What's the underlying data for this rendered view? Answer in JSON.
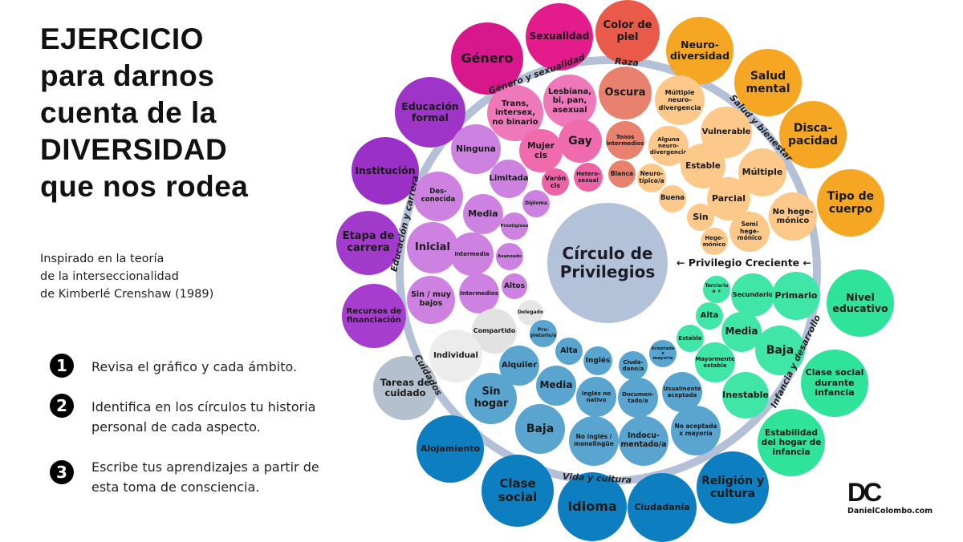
{
  "title": {
    "lines": [
      "EJERCICIO",
      "para darnos",
      "cuenta de la",
      "DIVERSIDAD",
      "que nos rodea"
    ]
  },
  "subtitle": {
    "lines": [
      "Inspirado en la teoría",
      "de la interseccionalidad",
      "de Kimberlé Crenshaw (1989)"
    ]
  },
  "steps": [
    {
      "number": "1",
      "text": "Revisa el gráfico y cada ámbito."
    },
    {
      "number": "2",
      "text": "Identifica en los círculos tu historia personal de cada aspecto."
    },
    {
      "number": "3",
      "text": "Escribe tus aprendizajes a partir de esta toma de consciencia."
    }
  ],
  "center": {
    "label": "Círculo de Privilegios",
    "color": "#b3c2d9"
  },
  "arrow_label": "← Privilegio Creciente ←",
  "ring_labels": [
    "Género y sexualidad",
    "Raza",
    "Salud y bienestar",
    "Educación y carrera",
    "Infancia y desarrollo",
    "Cuidados",
    "Vida y cultura"
  ],
  "colors": {
    "ring": "#b3c0d8",
    "gender": "#e0168f",
    "race": "#e95a48",
    "health": "#f5a623",
    "education": "#a23bcb",
    "childhood": "#2fe39a",
    "life": "#0d7fc0",
    "care": "#b5c0cf"
  },
  "circles": [
    {
      "label": "Género",
      "color": "#d8178c"
    },
    {
      "label": "Sexualidad",
      "color": "#e31b8b"
    },
    {
      "label": "Color de piel",
      "color": "#ea5a4a"
    },
    {
      "label": "Neuro-diversidad",
      "color": "#f5a623"
    },
    {
      "label": "Salud mental",
      "color": "#f5a623"
    },
    {
      "label": "Disca-pacidad",
      "color": "#f5a623"
    },
    {
      "label": "Tipo de cuerpo",
      "color": "#f5a623"
    },
    {
      "label": "Nivel educativo",
      "color": "#2fe39a"
    },
    {
      "label": "Clase social durante infancia",
      "color": "#2fe39a"
    },
    {
      "label": "Estabilidad del hogar de infancia",
      "color": "#2fe39a"
    },
    {
      "label": "Religión y cultura",
      "color": "#0d7fc0"
    },
    {
      "label": "Ciudadanía",
      "color": "#0d7fc0"
    },
    {
      "label": "Idioma",
      "color": "#0d7fc0"
    },
    {
      "label": "Clase social",
      "color": "#0d7fc0"
    },
    {
      "label": "Alojamiento",
      "color": "#0d7fc0"
    },
    {
      "label": "Tareas de cuidado",
      "color": "#b5c0cf"
    },
    {
      "label": "Recursos de financiación",
      "color": "#a63dcf"
    },
    {
      "label": "Etapa de carrera",
      "color": "#a23bcb"
    },
    {
      "label": "Institución",
      "color": "#9b30c9"
    },
    {
      "label": "Educación formal",
      "color": "#9f35c8"
    },
    {
      "label": "Trans, intersex, no binario",
      "color": "#ef78ba"
    },
    {
      "label": "Lesbiana, bi, pan, asexual",
      "color": "#ef78ba"
    },
    {
      "label": "Gay",
      "color": "#f06aae"
    },
    {
      "label": "Mujer cis",
      "color": "#f06aae"
    },
    {
      "label": "Varón cis",
      "color": "#ec63a6"
    },
    {
      "label": "Hetero-sexual",
      "color": "#ec63a6"
    },
    {
      "label": "Oscura",
      "color": "#e8826f"
    },
    {
      "label": "Tonos intermedios",
      "color": "#e8826f"
    },
    {
      "label": "Blanca",
      "color": "#e8826f"
    },
    {
      "label": "Múltiple neuro-divergencia",
      "color": "#fcc98a"
    },
    {
      "label": "Alguna neuro-divergencia",
      "color": "#fcc98a"
    },
    {
      "label": "Neuro-típico/a",
      "color": "#fcc98a"
    },
    {
      "label": "Buena",
      "color": "#fcc98a"
    },
    {
      "label": "Vulnerable",
      "color": "#fcc98a"
    },
    {
      "label": "Estable",
      "color": "#fcc98a"
    },
    {
      "label": "Múltiple",
      "color": "#fcc98a"
    },
    {
      "label": "Parcial",
      "color": "#fcc98a"
    },
    {
      "label": "Sin",
      "color": "#fcc98a"
    },
    {
      "label": "Semi hege-mónico",
      "color": "#fcc98a"
    },
    {
      "label": "No hege-mónico",
      "color": "#fcc98a"
    },
    {
      "label": "Hege-mónico",
      "color": "#fcc98a"
    },
    {
      "label": "Ninguna",
      "color": "#cd82e2"
    },
    {
      "label": "Limitada",
      "color": "#cd82e2"
    },
    {
      "label": "Des-conocida",
      "color": "#cd82e2"
    },
    {
      "label": "Media",
      "color": "#cd82e2"
    },
    {
      "label": "Diploma",
      "color": "#cd82e2"
    },
    {
      "label": "Prestigioso",
      "color": "#cd82e2"
    },
    {
      "label": "Inicial",
      "color": "#cd82e2"
    },
    {
      "label": "Intermedia",
      "color": "#cd82e2"
    },
    {
      "label": "Avanzado",
      "color": "#cd82e2"
    },
    {
      "label": "Sin / muy bajos",
      "color": "#cd82e2"
    },
    {
      "label": "Intermedios",
      "color": "#cd82e2"
    },
    {
      "label": "Altos",
      "color": "#cd82e2"
    },
    {
      "label": "Delegado",
      "color": "#e6e6e6"
    },
    {
      "label": "Compartido",
      "color": "#e2e2e2"
    },
    {
      "label": "Individual",
      "color": "#ececec"
    },
    {
      "label": "Pro-pietario/a",
      "color": "#5aa5cf"
    },
    {
      "label": "Alta",
      "color": "#5aa5cf"
    },
    {
      "label": "Inglés",
      "color": "#5aa5cf"
    },
    {
      "label": "Ciuda-dano/a",
      "color": "#5aa5cf"
    },
    {
      "label": "Aceptada x mayoría",
      "color": "#5aa5cf"
    },
    {
      "label": "Alquiler",
      "color": "#5aa5cf"
    },
    {
      "label": "Media",
      "color": "#5aa5cf"
    },
    {
      "label": "Inglés no nativo",
      "color": "#5aa5cf"
    },
    {
      "label": "Documen-tado/a",
      "color": "#5aa5cf"
    },
    {
      "label": "Usualmente aceptada",
      "color": "#5aa5cf"
    },
    {
      "label": "Sin hogar",
      "color": "#5aa5cf"
    },
    {
      "label": "Baja",
      "color": "#5aa5cf"
    },
    {
      "label": "No inglés / monolingüe",
      "color": "#5aa5cf"
    },
    {
      "label": "Indocu-mentado/a",
      "color": "#5aa5cf"
    },
    {
      "label": "No aceptada x mayoría",
      "color": "#5aa5cf"
    },
    {
      "label": "Terciario o +",
      "color": "#40e6a7"
    },
    {
      "label": "Secundario",
      "color": "#40e6a7"
    },
    {
      "label": "Primario",
      "color": "#40e6a7"
    },
    {
      "label": "Alta",
      "color": "#40e6a7"
    },
    {
      "label": "Media",
      "color": "#40e6a7"
    },
    {
      "label": "Estable",
      "color": "#40e6a7"
    },
    {
      "label": "Baja",
      "color": "#40e6a7"
    },
    {
      "label": "Mayormente estable",
      "color": "#40e6a7"
    },
    {
      "label": "Inestable",
      "color": "#40e6a7"
    }
  ],
  "logo": {
    "mark": "DC",
    "site": "DanielColombo.com"
  }
}
